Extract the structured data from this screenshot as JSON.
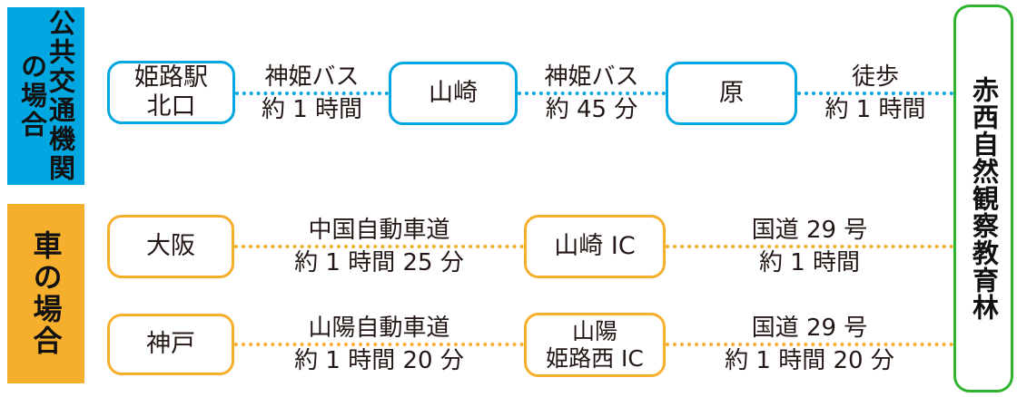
{
  "colors": {
    "blue": "#00a7e0",
    "orange": "#f5af2d",
    "green": "#2fb42f",
    "ink": "#231815"
  },
  "sections": {
    "public_transport": {
      "line1": "公共交通機関",
      "line2": "の場合"
    },
    "car": {
      "label": "車の場合"
    }
  },
  "destination": {
    "label": "赤西自然観察教育林"
  },
  "routes": [
    {
      "name": "public-transport",
      "nodes": [
        {
          "label": "姫路駅\n北口"
        },
        {
          "label": "山崎"
        },
        {
          "label": "原"
        }
      ],
      "segments": [
        {
          "line1": "神姫バス",
          "line2": "約 1 時間"
        },
        {
          "line1": "神姫バス",
          "line2": "約 45 分"
        },
        {
          "line1": "徒歩",
          "line2": "約 1 時間"
        }
      ]
    },
    {
      "name": "car-from-osaka",
      "nodes": [
        {
          "label": "大阪"
        },
        {
          "label": "山崎 IC"
        }
      ],
      "segments": [
        {
          "line1": "中国自動車道",
          "line2": "約 1 時間 25 分"
        },
        {
          "line1": "国道 29 号",
          "line2": "約 1 時間"
        }
      ]
    },
    {
      "name": "car-from-kobe",
      "nodes": [
        {
          "label": "神戸"
        },
        {
          "label": "山陽\n姫路西 IC"
        }
      ],
      "segments": [
        {
          "line1": "山陽自動車道",
          "line2": "約 1 時間 20 分"
        },
        {
          "line1": "国道 29 号",
          "line2": "約 1 時間 20 分"
        }
      ]
    }
  ]
}
